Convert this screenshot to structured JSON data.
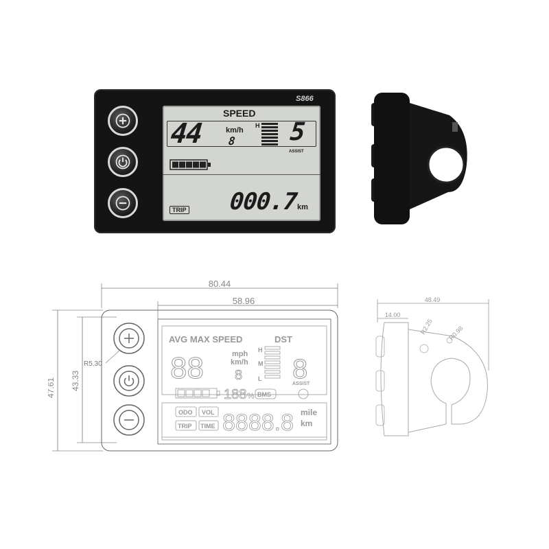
{
  "photo": {
    "model": "S866",
    "lcd_title": "SPEED",
    "speed": "44",
    "speed_unit": "km/h",
    "small_digit": "8",
    "assist_h": "H",
    "assist_level": "5",
    "assist_label": "ASSIST",
    "trip_label": "TRIP",
    "distance": "000.7",
    "distance_unit": "km",
    "battery_bars": 5
  },
  "front_drawing": {
    "total_width": "80.44",
    "lcd_width": "58.96",
    "total_height": "47.61",
    "inner_height": "43.33",
    "radius": "R5.30",
    "header": "AVG MAX SPEED",
    "dst": "DST",
    "units_speed": "mph",
    "units_speed2": "km/h",
    "level_h": "H",
    "level_m": "M",
    "level_l": "L",
    "assist_label": "ASSIST",
    "percent": "%",
    "bms": "BMS",
    "odo": "ODO",
    "vol": "VOL",
    "trip": "TRIP",
    "time": "TIME",
    "unit_mile": "mile",
    "unit_km": "km"
  },
  "side_drawing": {
    "width": "48.49",
    "offset": "14.00",
    "radius1": "R2.25",
    "radius2": "R0.98"
  }
}
